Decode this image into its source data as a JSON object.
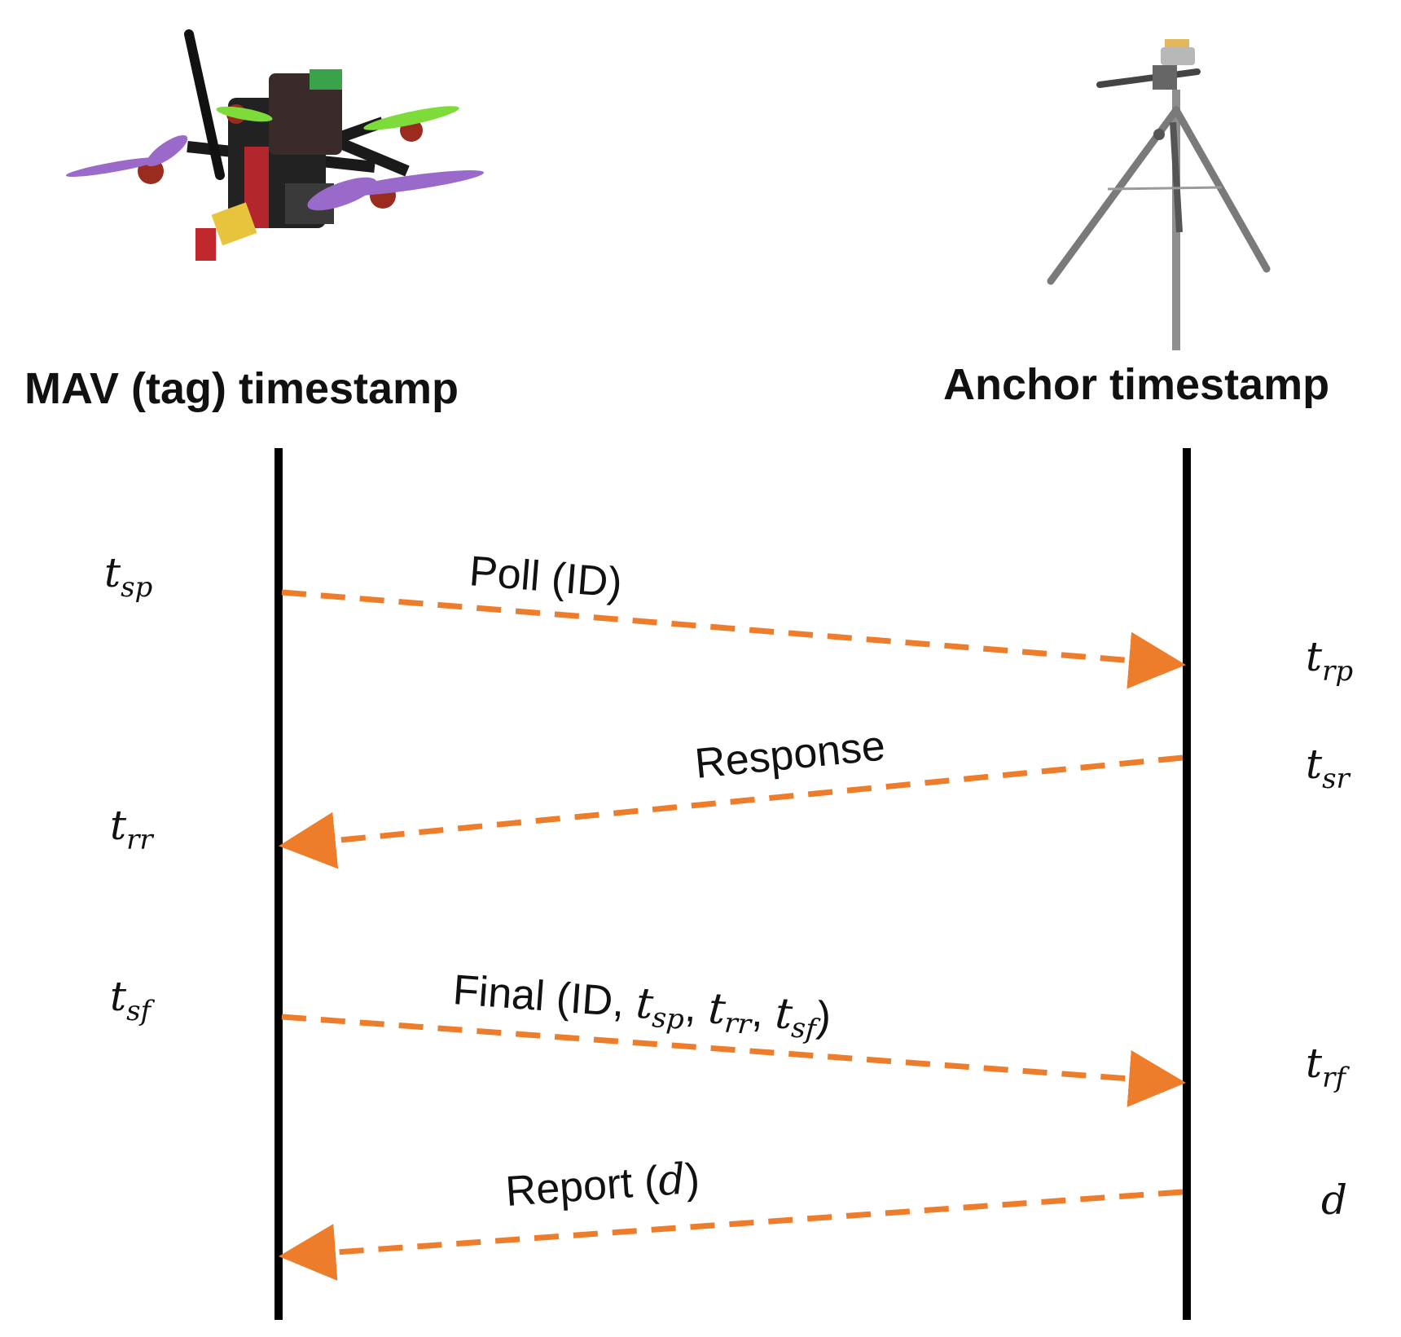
{
  "columns": {
    "left_title": "MAV (tag) timestamp",
    "right_title": "Anchor timestamp"
  },
  "left_timestamps": [
    {
      "base": "t",
      "sub": "sp"
    },
    {
      "base": "t",
      "sub": "rr"
    },
    {
      "base": "t",
      "sub": "sf"
    }
  ],
  "right_timestamps": [
    {
      "base": "t",
      "sub": "rp"
    },
    {
      "base": "t",
      "sub": "sr"
    },
    {
      "base": "t",
      "sub": "rf"
    },
    {
      "base": "d",
      "sub": ""
    }
  ],
  "messages": {
    "poll": {
      "text": "Poll (ID)",
      "direction": "tag-to-anchor"
    },
    "response": {
      "text": "Response",
      "direction": "anchor-to-tag"
    },
    "final": {
      "prefix": "Final (ID, ",
      "terms": [
        {
          "base": "t",
          "sub": "sp"
        },
        {
          "base": "t",
          "sub": "rr"
        },
        {
          "base": "t",
          "sub": "sf"
        }
      ],
      "separator": ", ",
      "suffix": ")",
      "direction": "tag-to-anchor"
    },
    "report": {
      "prefix": "Report (",
      "var": "d",
      "suffix": ")",
      "direction": "anchor-to-tag"
    }
  },
  "colors": {
    "arrow": "#EE7D2B",
    "lifeline": "#000000",
    "text": "#111111"
  },
  "images": {
    "left": "quadcopter drone (MAV)",
    "right": "UWB anchor on tripod"
  }
}
